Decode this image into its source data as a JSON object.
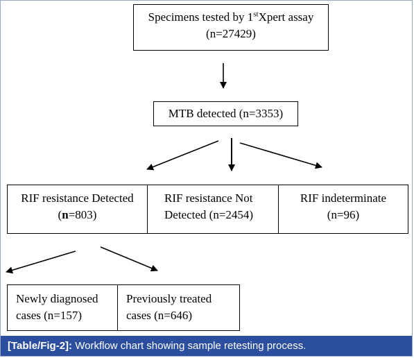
{
  "nodes": {
    "top": {
      "line1_pre": "Specimens tested by 1",
      "line1_sup": "st",
      "line1_post": "Xpert assay",
      "line2": "(n=27429)"
    },
    "mtb": {
      "label": "MTB detected (n=3353)"
    },
    "rif_detected": {
      "line1": "RIF resistance Detected",
      "line2_bold": "n",
      "line2_rest": "=803)",
      "line2_open": "("
    },
    "rif_not_detected": {
      "line1": "RIF resistance Not",
      "line2": "Detected (n=2454)"
    },
    "rif_indeterminate": {
      "line1": "RIF indeterminate",
      "line2": "(n=96)"
    },
    "newly": {
      "line1": "Newly diagnosed",
      "line2": "cases (n=157)"
    },
    "previously": {
      "line1": "Previously treated",
      "line2": "cases (n=646)"
    }
  },
  "caption": {
    "tag": "[Table/Fig-2]:",
    "text": " Workflow chart showing sample retesting process."
  }
}
